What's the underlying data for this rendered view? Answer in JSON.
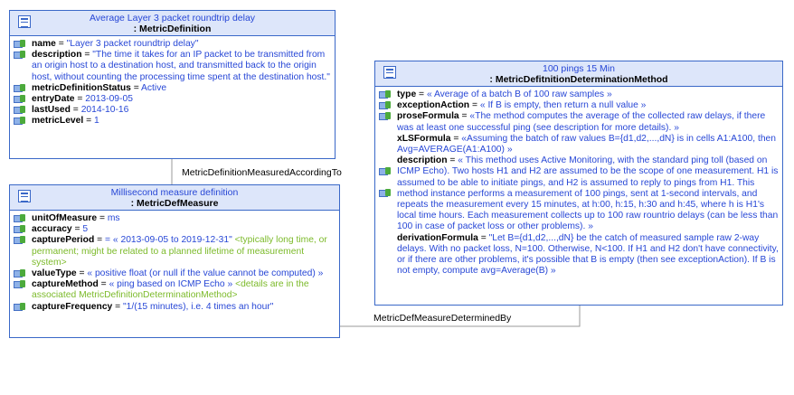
{
  "links": {
    "measured_according_to": "MetricDefinitionMeasuredAccordingTo",
    "determined_by": "MetricDefMeasureDeterminedBy"
  },
  "metric_definition": {
    "stereotype": "Average Layer 3 packet  roundtrip delay",
    "class_name": ": MetricDefinition",
    "attributes": {
      "name_label": "name",
      "name_value": "\"Layer 3 packet roundtrip delay\"",
      "description_label": "description",
      "description_value": "\"The time it takes for an IP packet to be transmitted from an origin host to a destination host, and transmitted back to the origin host, without counting the processing time spent at the destination host.\"",
      "status_label": "metricDefinitionStatus",
      "status_value": "Active",
      "entry_label": "entryDate",
      "entry_value": "2013-09-05",
      "lastused_label": "lastUsed",
      "lastused_value": "2014-10-16",
      "level_label": "metricLevel",
      "level_value": "1"
    }
  },
  "metric_def_measure": {
    "stereotype": "Millisecond measure definition",
    "class_name": ": MetricDefMeasure",
    "attributes": {
      "unit_label": "unitOfMeasure",
      "unit_value": "ms",
      "accuracy_label": "accuracy",
      "accuracy_value": "5",
      "capture_period_label": "capturePeriod",
      "capture_period_value": "= « 2013-09-05 to 2019-12-31\"",
      "capture_period_note": "<typically long time, or permanent; might be related to a planned lifetime of measurement system>",
      "value_type_label": "valueType",
      "value_type_value": "« positive float (or null if the value cannot be computed) »",
      "capture_method_label": "captureMethod",
      "capture_method_value": "« ping based on ICMP Echo »",
      "capture_method_note": "<details are in the associated MetricDefinitionDeterminationMethod>",
      "capture_frequency_label": "captureFrequency",
      "capture_frequency_value": "\"1/(15 minutes), i.e. 4 times an hour\""
    }
  },
  "determination_method": {
    "stereotype": "100 pings 15 Min",
    "class_name": ": MetricDefitnitionDeterminationMethod",
    "attributes": {
      "type_label": "type",
      "type_value": "« Average of a batch B of 100 raw samples »",
      "exception_label": "exceptionAction",
      "exception_value": "« If B is empty, then return a null value »",
      "prose_label": "proseFormula",
      "prose_value": "«The method computes the average of the collected raw delays, if there was at least one successful ping (see description for more details). »",
      "xls_label": "xLSFormula",
      "xls_value": "«Assuming the batch of raw values B={d1,d2,...,dN} is in cells A1:A100, then Avg=AVERAGE(A1:A100) »",
      "description_label": "description",
      "description_value": "« This method uses Active Monitoring, with the standard ping toll (based on ICMP Echo). Two hosts H1 and H2 are assumed to be the scope of one measurement. H1 is assumed to be able to initiate pings, and H2 is assumed to reply to pings from H1. This method instance performs a measurement of 100 pings, sent at 1-second intervals, and repeats the measurement every 15 minutes, at h:00, h:15, h:30 and h:45, where h is H1's local time hours. Each measurement collects up to 100 raw rountrio delays (can be less than 100 in case of packet loss or other problems). »",
      "derivation_label": "derivationFormula",
      "derivation_value": "\"Let B={d1,d2,...,dN} be the catch of measured sample raw 2-way delays. With no packet loss, N=100. Otherwise, N<100. If H1 and H2 don't have connectivity, or if there are other problems, it's possible that B is empty (then see exceptionAction). If B is not empty, compute avg=Average(B) »"
    }
  }
}
